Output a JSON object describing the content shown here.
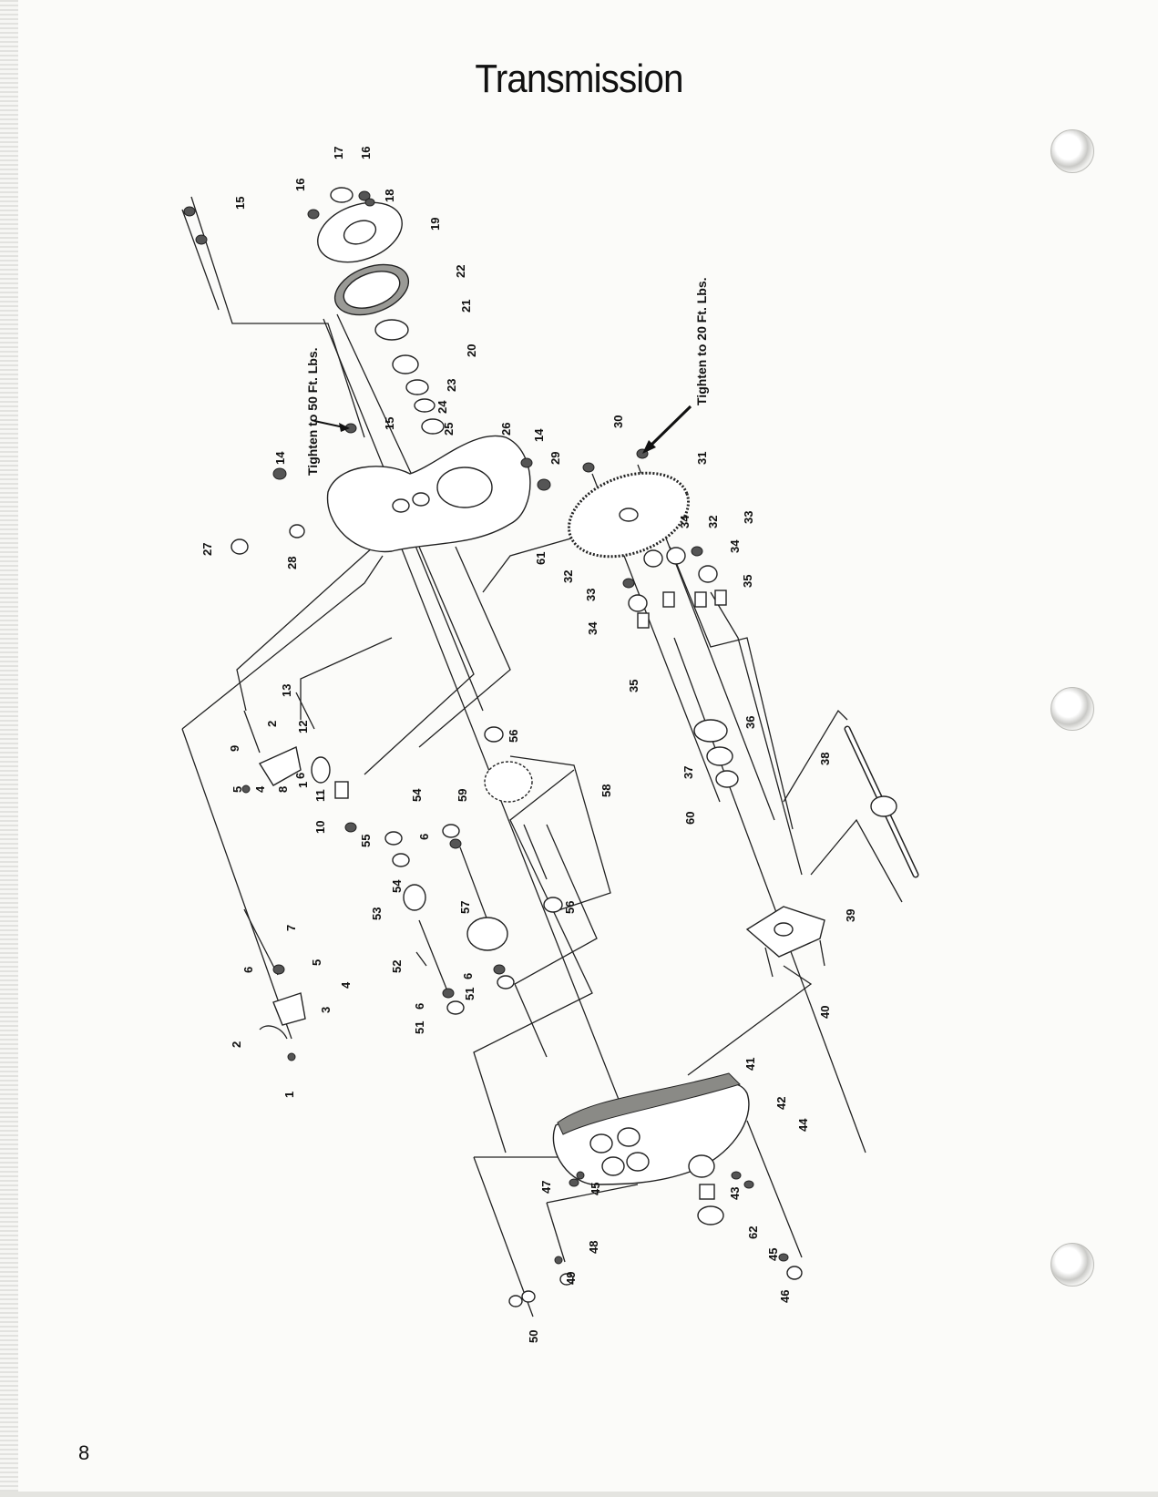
{
  "page": {
    "title": "Transmission",
    "number": "8"
  },
  "annotations": {
    "torque_50": "Tighten to 50 Ft. Lbs.",
    "torque_20": "Tighten to 20 Ft. Lbs."
  },
  "callouts": [
    "1",
    "2",
    "3",
    "4",
    "5",
    "6",
    "7",
    "6",
    "5",
    "4",
    "8",
    "9",
    "2",
    "1",
    "10",
    "11",
    "12",
    "13",
    "14",
    "15",
    "15",
    "16",
    "16",
    "17",
    "18",
    "19",
    "22",
    "21",
    "20",
    "23",
    "24",
    "25",
    "26",
    "14",
    "29",
    "27",
    "28",
    "30",
    "31",
    "61",
    "34",
    "32",
    "33",
    "34",
    "35",
    "32",
    "33",
    "34",
    "35",
    "36",
    "37",
    "60",
    "38",
    "39",
    "40",
    "54",
    "55",
    "6",
    "54",
    "53",
    "52",
    "57",
    "6",
    "51",
    "6",
    "51",
    "56",
    "59",
    "58",
    "56",
    "41",
    "42",
    "44",
    "43",
    "62",
    "45",
    "46",
    "47",
    "45",
    "48",
    "49",
    "50"
  ],
  "colors": {
    "ink": "#222222",
    "paper": "#fbfbf9"
  }
}
